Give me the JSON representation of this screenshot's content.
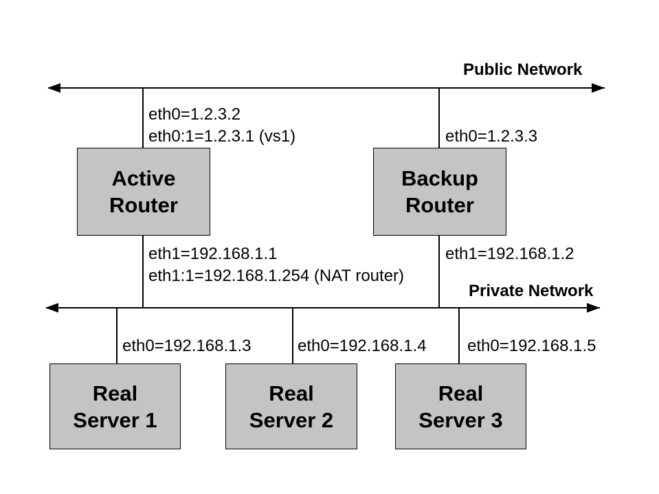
{
  "colors": {
    "box_fill": "#c4c4c4",
    "line": "#000000",
    "background": "#ffffff",
    "text": "#000000"
  },
  "networks": {
    "public": {
      "label": "Public Network"
    },
    "private": {
      "label": "Private Network"
    }
  },
  "routers": {
    "active": {
      "name_line1": "Active",
      "name_line2": "Router",
      "eth0": "eth0=1.2.3.2",
      "eth0_alias": "eth0:1=1.2.3.1 (vs1)",
      "eth1": "eth1=192.168.1.1",
      "eth1_alias": "eth1:1=192.168.1.254 (NAT router)"
    },
    "backup": {
      "name_line1": "Backup",
      "name_line2": "Router",
      "eth0": "eth0=1.2.3.3",
      "eth1": "eth1=192.168.1.2"
    }
  },
  "servers": [
    {
      "name_line1": "Real",
      "name_line2": "Server 1",
      "eth0": "eth0=192.168.1.3"
    },
    {
      "name_line1": "Real",
      "name_line2": "Server 2",
      "eth0": "eth0=192.168.1.4"
    },
    {
      "name_line1": "Real",
      "name_line2": "Server 3",
      "eth0": "eth0=192.168.1.5"
    }
  ]
}
